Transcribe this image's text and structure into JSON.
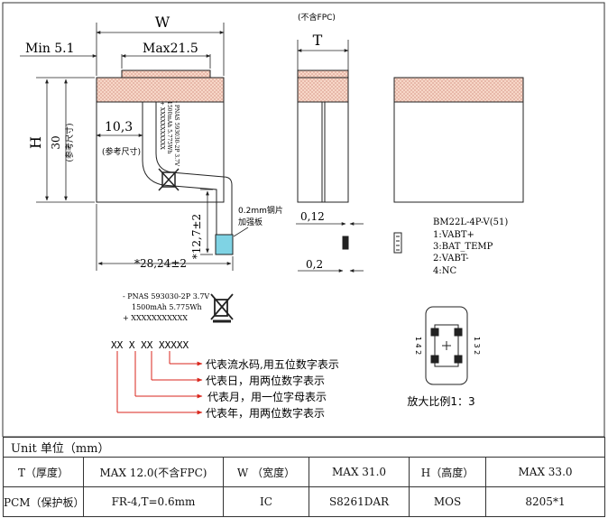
{
  "dims": {
    "w": "W",
    "h": "H",
    "t": "T",
    "min_tab": "Min 5.1",
    "max_width": "Max21.5",
    "height_30": "30",
    "height_30_ref": "(参考尺寸)",
    "offset_10_3": "10,3",
    "offset_10_3_ref": "(参考尺寸)",
    "length_12_7": "*12,7±2",
    "length_28_24": "*28,24±2",
    "thickness_0_12": "0,12",
    "thickness_0_2": "0,2",
    "no_fpc": "(不含FPC)"
  },
  "cell_label": [
    "- PNAS 593030-2P 3.7V",
    "1500mAh 5.775Wh",
    "+ XXXXXXXXXXX"
  ],
  "stiffener_note": [
    "0.2mm钢片",
    "加强板"
  ],
  "connector": {
    "part": "BM22L-4P-V(51)",
    "pins": [
      "1:VABT+",
      "3:BAT_TEMP",
      "2:VABT-",
      "4:NC"
    ],
    "left_pin_labels": "1 4 2",
    "right_pin_labels": "1 3 2",
    "scale": "放大比例1：3"
  },
  "serial": {
    "pattern": "XX X XX XXXXX",
    "notes": [
      "代表流水码,用五位数字表示",
      "代表日，用两位数字表示",
      "代表月，用一位字母表示",
      "代表年，用两位数字表示"
    ]
  },
  "table": {
    "unit_row": "Unit 单位（mm）",
    "row1": [
      "T（厚度）",
      "MAX 12.0(不含FPC)",
      "W （宽度）",
      "MAX 31.0",
      "H（高度）",
      "MAX 33.0"
    ],
    "row2": [
      "PCM（保护板）",
      "FR-4,T=0.6mm",
      "IC",
      "S8261DAR",
      "MOS",
      "8205*1"
    ]
  },
  "colors": {
    "line": "#222222",
    "pcm_fill": "#f7d7c8",
    "pcm_hatch": "#d79a8a",
    "stiffener": "#7fd3e4",
    "note_red": "#d9261c"
  }
}
